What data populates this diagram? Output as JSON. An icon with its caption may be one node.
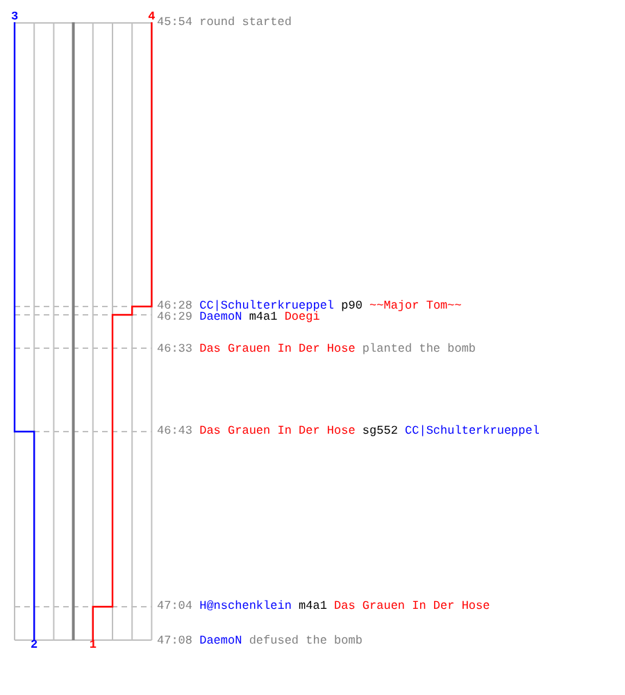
{
  "diagram": {
    "labels": [
      "3",
      "4",
      "45:54",
      "round started",
      "46:28",
      "CC|Schulterkrueppel",
      "p90",
      "~~Major Tom~~",
      "46:29",
      "DaemoN",
      "m4a1",
      "Doegi",
      "46:33",
      "Das Grauen In Der Hose",
      "planted the bomb",
      "46:43",
      "Das Grauen In Der Hose",
      "sg552",
      "CC|Schulterkrueppel",
      "47:04",
      "H@nschenklein",
      "m4a1",
      "Das Grauen In Der Hose",
      "47:08",
      "DaemoN",
      "defused the bomb",
      "2",
      "1"
    ]
  }
}
